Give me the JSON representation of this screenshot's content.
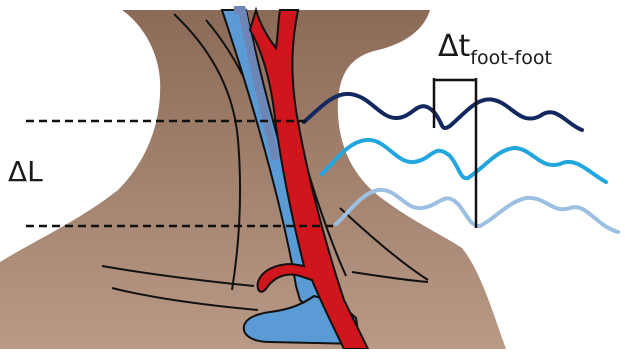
{
  "labels": {
    "delta_L": "ΔL",
    "delta_t": "Δt",
    "delta_t_sub": "foot-foot"
  },
  "colors": {
    "skin_top": "#8b6b58",
    "skin_bottom": "#b99a86",
    "artery": "#d0151c",
    "vein": "#5b9bd5",
    "vein_dark": "#6d86b5",
    "wave_dark": "#13285e",
    "wave_mid": "#22a6dd",
    "wave_light": "#9cc0e2",
    "outline": "#111111"
  }
}
